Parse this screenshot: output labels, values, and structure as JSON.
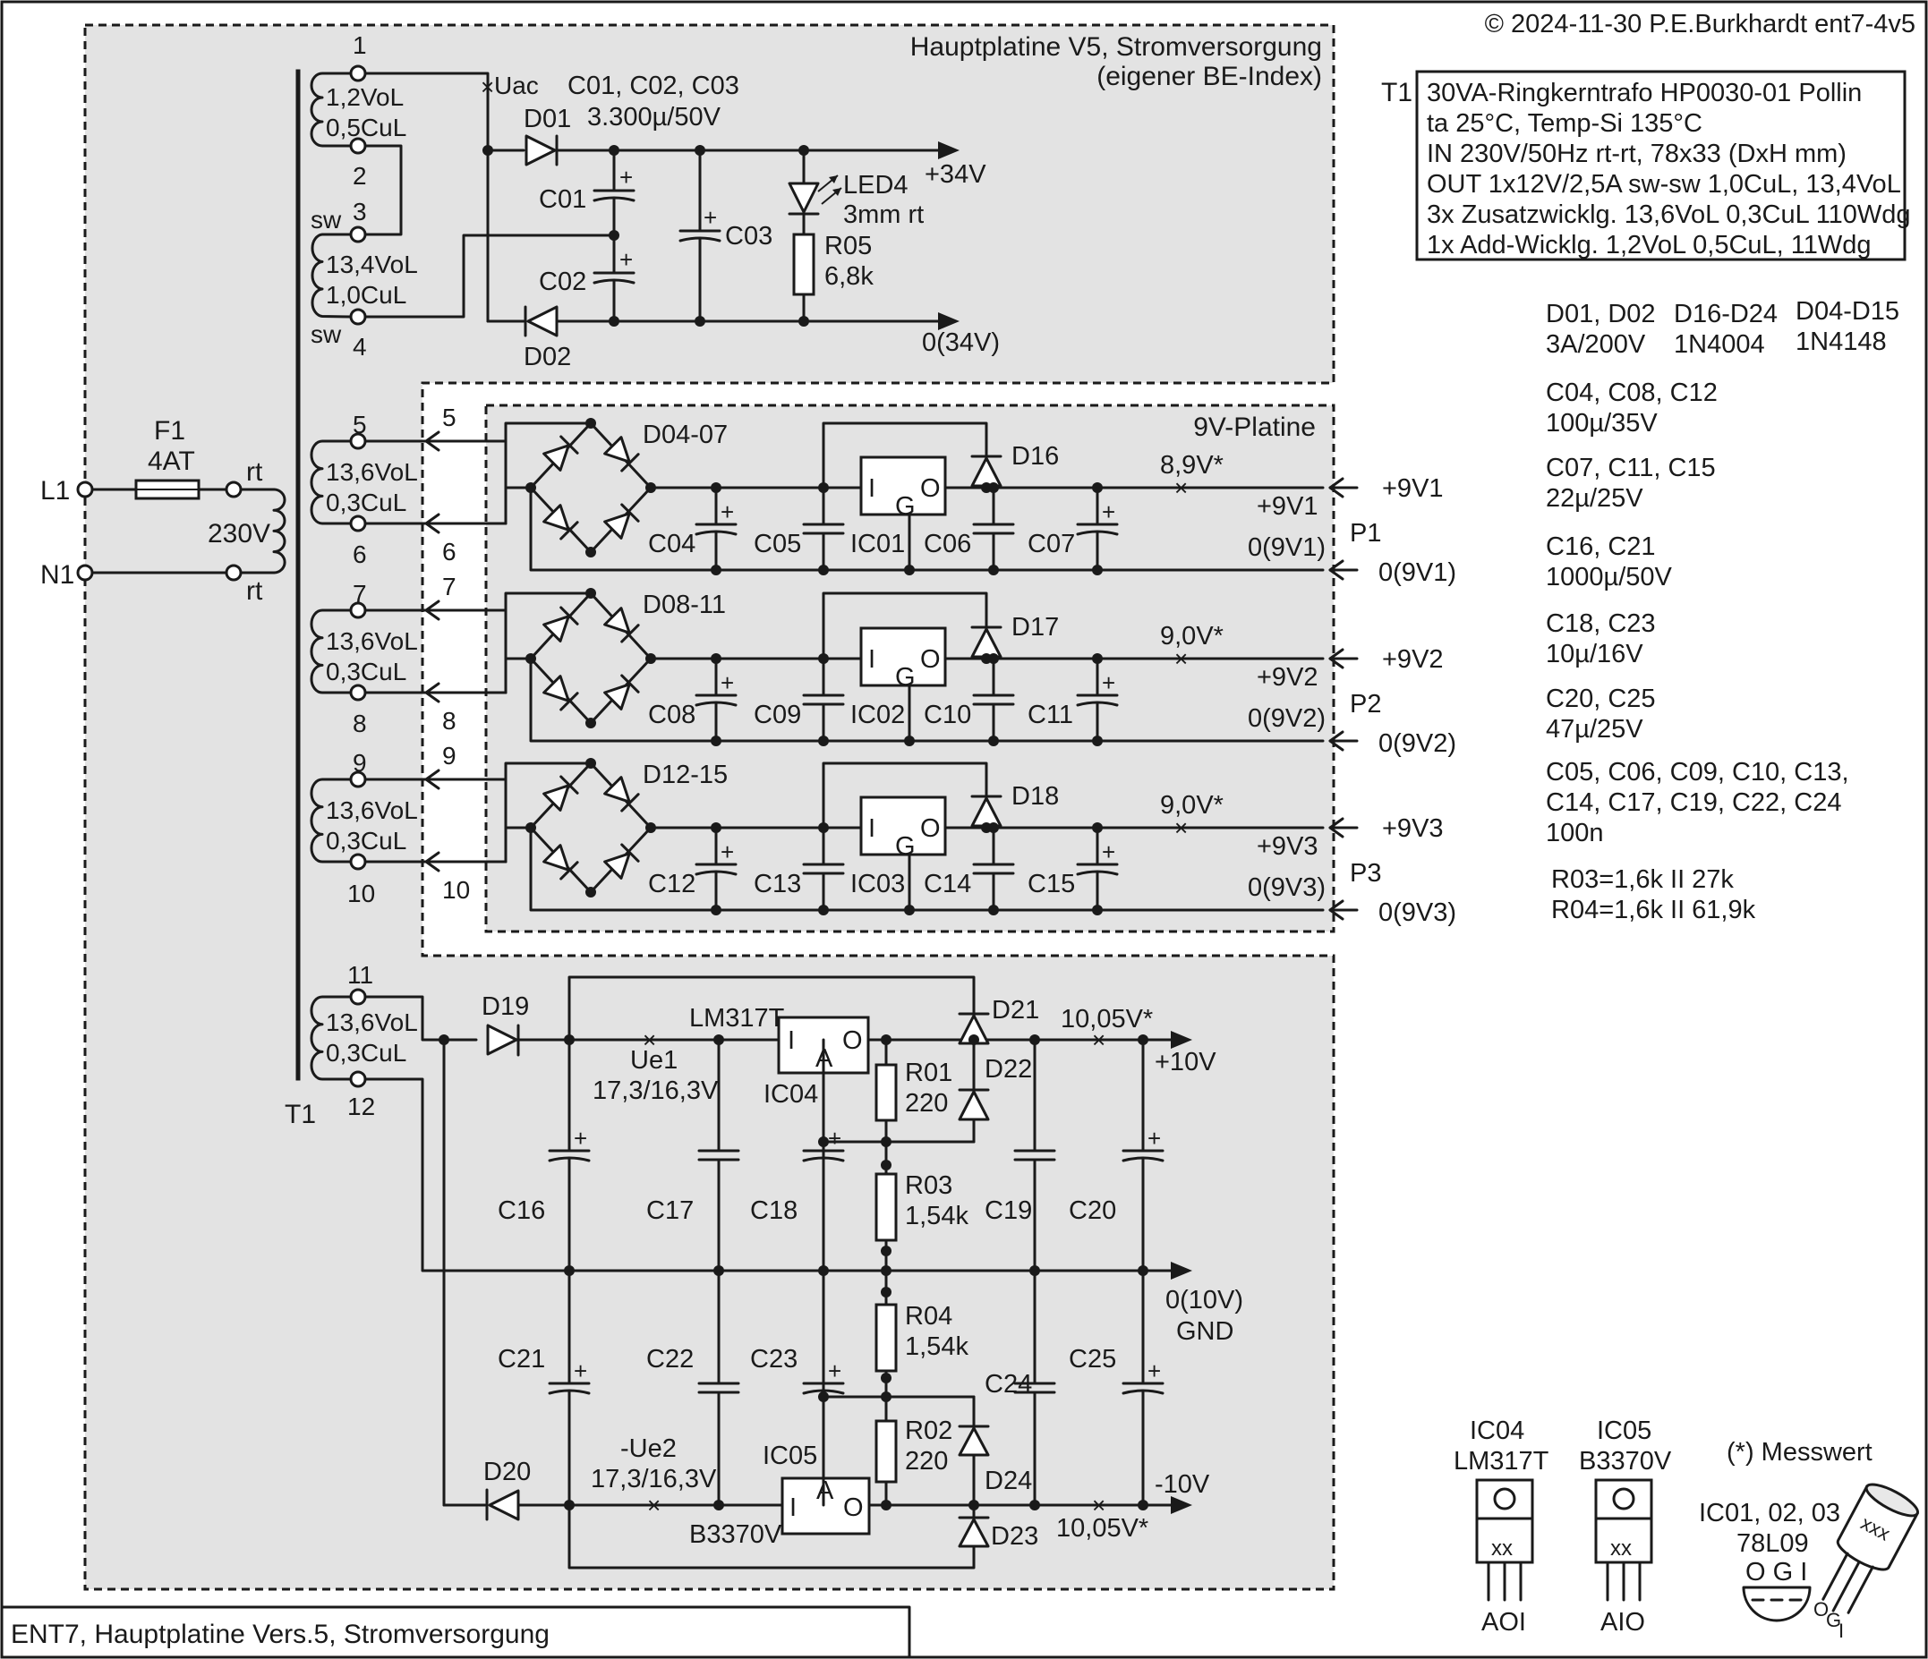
{
  "header": {
    "copyright": "© 2024-11-30 P.E.Burkhardt ent7-4v5"
  },
  "footer": {
    "title": "ENT7, Hauptplatine Vers.5, Stromversorgung"
  },
  "regions": {
    "main": "Hauptplatine V5, Stromversorgung",
    "main_sub": "(eigener BE-Index)",
    "board9v": "9V-Platine"
  },
  "transformer": {
    "ref": "T1",
    "spec": [
      "30VA-Ringkerntrafo HP0030-01 Pollin",
      "ta 25°C, Temp-Si 135°C",
      "IN 230V/50Hz rt-rt, 78x33 (DxH mm)",
      "OUT 1x12V/2,5A sw-sw 1,0CuL, 13,4VoL",
      "3x Zusatzwicklg. 13,6VoL 0,3CuL 110Wdg",
      "1x Add-Wicklg. 1,2VoL 0,5CuL, 11Wdg"
    ]
  },
  "parts_list": [
    {
      "label": "D01, D02",
      "value": "3A/200V"
    },
    {
      "label": "D16-D24",
      "value": "1N4004"
    },
    {
      "label": "D04-D15",
      "value": "1N4148"
    },
    {
      "label": "C04, C08, C12",
      "value": "100µ/35V"
    },
    {
      "label": "C07, C11, C15",
      "value": "22µ/25V"
    },
    {
      "label": "C16, C21",
      "value": "1000µ/50V"
    },
    {
      "label": "C18, C23",
      "value": "10µ/16V"
    },
    {
      "label": "C20, C25",
      "value": "47µ/25V"
    },
    {
      "label": "C05, C06, C09, C10, C13,",
      "value": "C14, C17, C19, C22, C24",
      "extra": "100n"
    }
  ],
  "resistor_notes": [
    "R03=1,6k II 27k",
    "R04=1,6k II 61,9k"
  ],
  "primary": {
    "L1": "L1",
    "N1": "N1",
    "fuse": "F1",
    "fuse_value": "4AT",
    "voltage": "230V",
    "rt": "rt"
  },
  "windings": [
    {
      "pins": [
        "1",
        "2"
      ],
      "label1": "1,2VoL",
      "label2": "0,5CuL"
    },
    {
      "pins": [
        "3",
        "4"
      ],
      "label1": "13,4VoL",
      "label2": "1,0CuL",
      "wire": "sw"
    },
    {
      "pins": [
        "5",
        "6"
      ],
      "label1": "13,6VoL",
      "label2": "0,3CuL"
    },
    {
      "pins": [
        "7",
        "8"
      ],
      "label1": "13,6VoL",
      "label2": "0,3CuL"
    },
    {
      "pins": [
        "9",
        "10"
      ],
      "label1": "13,6VoL",
      "label2": "0,3CuL"
    },
    {
      "pins": [
        "11",
        "12"
      ],
      "label1": "13,6VoL",
      "label2": "0,3CuL"
    }
  ],
  "supply34": {
    "uac": "Uac",
    "caps_label": "C01, C02, C03",
    "caps_value": "3.300µ/50V",
    "d_top": "D01",
    "d_bot": "D02",
    "c1": "C01",
    "c2": "C02",
    "c3": "C03",
    "led": "LED4",
    "led_value": "3mm rt",
    "r": "R05",
    "r_value": "6,8k",
    "pos": "+34V",
    "neg": "0(34V)"
  },
  "rails9v": [
    {
      "bridge": "D04-07",
      "cin": "C04",
      "c1": "C05",
      "ic": "IC01",
      "c2": "C06",
      "cout": "C07",
      "diode": "D16",
      "measured": "8,9V*",
      "out": "+9V1",
      "gnd": "0(9V1)",
      "plug": "P1",
      "ext_pos": "+9V1",
      "ext_gnd": "0(9V1)"
    },
    {
      "bridge": "D08-11",
      "cin": "C08",
      "c1": "C09",
      "ic": "IC02",
      "c2": "C10",
      "cout": "C11",
      "diode": "D17",
      "measured": "9,0V*",
      "out": "+9V2",
      "gnd": "0(9V2)",
      "plug": "P2",
      "ext_pos": "+9V2",
      "ext_gnd": "0(9V2)"
    },
    {
      "bridge": "D12-15",
      "cin": "C12",
      "c1": "C13",
      "ic": "IC03",
      "c2": "C14",
      "cout": "C15",
      "diode": "D18",
      "measured": "9,0V*",
      "out": "+9V3",
      "gnd": "0(9V3)",
      "plug": "P3",
      "ext_pos": "+9V3",
      "ext_gnd": "0(9V3)"
    }
  ],
  "regpins": {
    "I": "I",
    "G": "G",
    "O": "O",
    "A": "A"
  },
  "supply10": {
    "d19": "D19",
    "d20": "D20",
    "ue1": "Ue1",
    "ue1_val": "17,3/16,3V",
    "ue2": "-Ue2",
    "ue2_val": "17,3/16,3V",
    "ic04_type": "LM317T",
    "ic04": "IC04",
    "ic05": "IC05",
    "ic05_type": "B3370V",
    "r01": "R01",
    "r01_val": "220",
    "r02": "R02",
    "r02_val": "220",
    "r03": "R03",
    "r03_val": "1,54k",
    "r04": "R04",
    "r04_val": "1,54k",
    "d21": "D21",
    "d22": "D22",
    "d23": "D23",
    "d24": "D24",
    "c16": "C16",
    "c17": "C17",
    "c18": "C18",
    "c19": "C19",
    "c20": "C20",
    "c21": "C21",
    "c22": "C22",
    "c23": "C23",
    "c24": "C24",
    "c25": "C25",
    "meas": "10,05V*",
    "pos": "+10V",
    "gnd": "0(10V)",
    "gnd2": "GND",
    "neg": "-10V"
  },
  "packages": [
    {
      "ref": "IC04",
      "type": "LM317T",
      "mark": "xx",
      "pins": "AOI"
    },
    {
      "ref": "IC05",
      "type": "B3370V",
      "mark": "xx",
      "pins": "AIO"
    },
    {
      "ref": "IC01, 02, 03",
      "type": "78L09",
      "mark": "xxx",
      "pins": "O G I",
      "pin_o": "O",
      "pin_g": "G",
      "pin_i": "I"
    }
  ],
  "note_measured": "(*) Messwert"
}
